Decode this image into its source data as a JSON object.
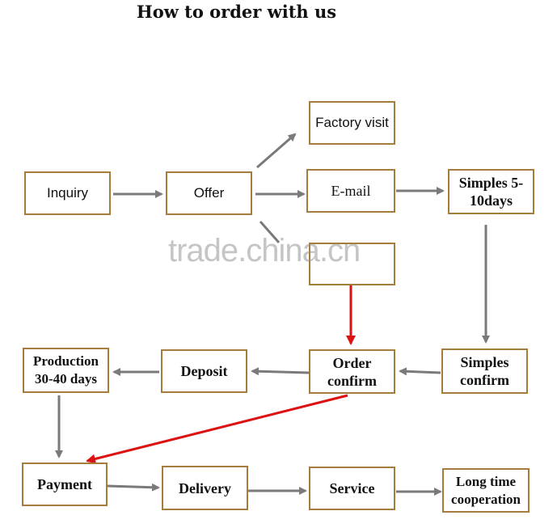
{
  "title": "How to order with us",
  "nodes": {
    "inquiry": "Inquiry",
    "offer": "Offer",
    "factory_visit": "Factory visit",
    "email": "E-mail",
    "samples_days": "Simples 5-10days",
    "samples_confirm": "Simples confirm",
    "order_confirm": "Order confirm",
    "deposit": "Deposit",
    "production": "Production 30-40 days",
    "payment": "Payment",
    "delivery": "Delivery",
    "service": "Service",
    "long_time": "Long time cooperation"
  },
  "watermark": "trade.china.cn",
  "colors": {
    "box_border": "#a67c3d",
    "arrow": "#7a7a7a",
    "highlight_arrow": "#dd1111"
  }
}
